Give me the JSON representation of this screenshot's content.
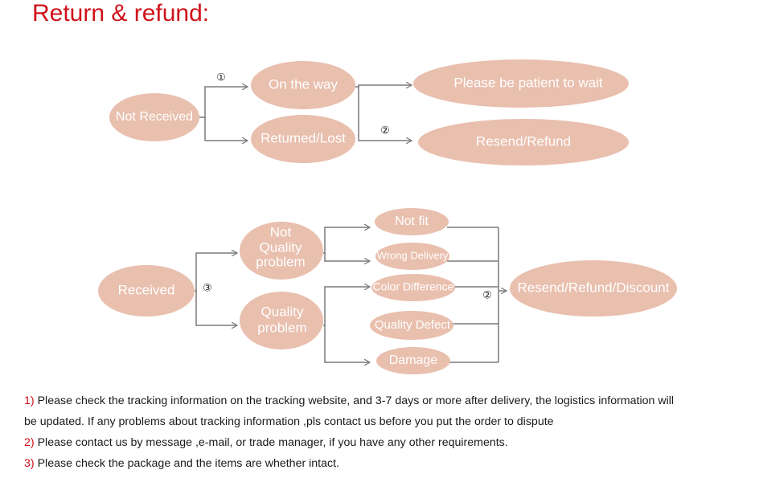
{
  "title": "Return & refund:",
  "colors": {
    "node_fill": "#e9bfae",
    "line": "#7a7a7a",
    "title": "#d0121a",
    "note_number": "#d0121a"
  },
  "flow": {
    "top": {
      "not_received": "Not Received",
      "on_the_way": "On the way",
      "returned_lost": "Retumed/Lost",
      "please_wait": "Please be patient to wait",
      "resend_refund": "Resend/Refund",
      "marker_1": "①",
      "marker_2": "②"
    },
    "bottom": {
      "received": "Received",
      "not_quality_1": "Not",
      "not_quality_2": "Quality",
      "not_quality_3": "problem",
      "quality_1": "Quality",
      "quality_2": "problem",
      "not_fit": "Not fit",
      "wrong_delivery": "Wrong Delivery",
      "color_difference": "Color Difference",
      "quality_defect": "Quality Defect",
      "damage": "Damage",
      "outcome": "Resend/Refund/Discount",
      "marker_3": "③",
      "marker_2": "②"
    }
  },
  "notes": [
    {
      "num": "1)",
      "text": "Please check the tracking information on the tracking website, and 3-7 days or more after delivery, the logistics information will"
    },
    {
      "num": "",
      "text": "be updated. If any problems about tracking information ,pls contact us before you put the order to dispute"
    },
    {
      "num": "2)",
      "text": "Please contact us by message ,e-mail, or trade manager, if you have any other requirements."
    },
    {
      "num": "3)",
      "text": "Please check the package and the items are whether intact."
    }
  ]
}
